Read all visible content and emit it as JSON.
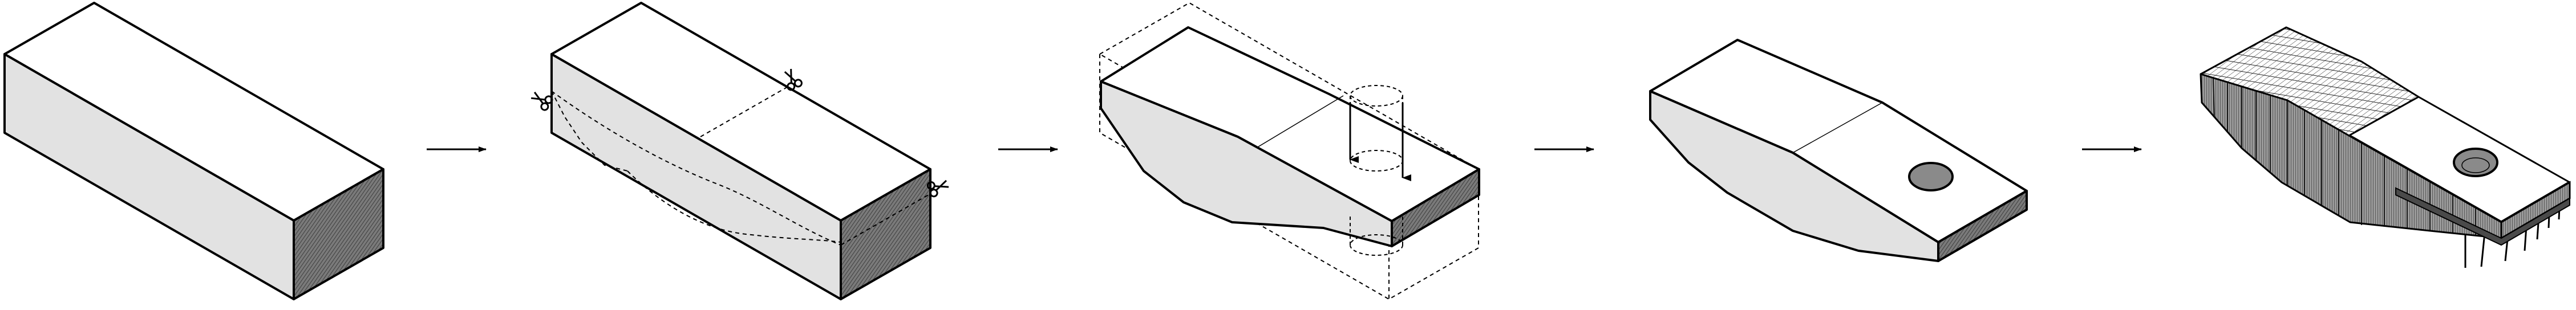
{
  "diagram": {
    "kind": "isometric massing sequence",
    "steps": [
      {
        "id": "step-1",
        "name": "base-block"
      },
      {
        "id": "step-2",
        "name": "cut-lines"
      },
      {
        "id": "step-3",
        "name": "carved-volume-with-void"
      },
      {
        "id": "step-4",
        "name": "final-massing"
      },
      {
        "id": "step-5",
        "name": "detailed-building"
      }
    ],
    "arrows": 4,
    "colors": {
      "stroke": "#000000",
      "face_top": "#ffffff",
      "face_side": "#e2e2e2",
      "face_end": "#6e6e6e",
      "void": "#8a8a8a"
    },
    "icons": [
      "scissors-icon",
      "arrow-icon",
      "down-arrow-icon"
    ]
  }
}
